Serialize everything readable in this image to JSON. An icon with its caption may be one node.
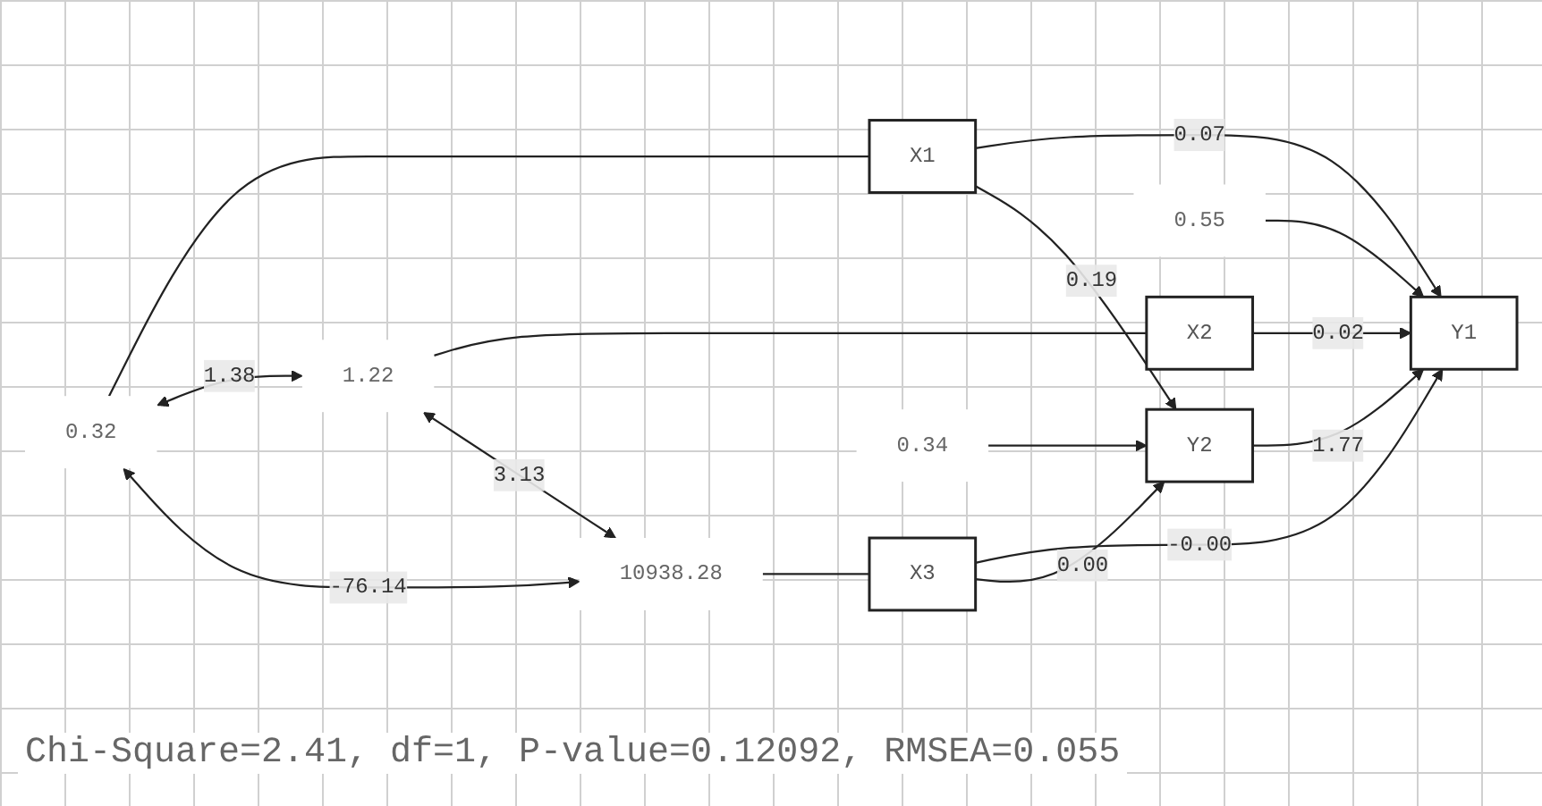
{
  "diagram": {
    "caption": "Chi-Square=2.41, df=1, P-value=0.12092, RMSEA=0.055",
    "nodes": [
      {
        "text": [
          "0.32"
        ]
      },
      {
        "text": [
          "X1"
        ]
      },
      {
        "text": [
          "1.22"
        ]
      },
      {
        "text": [
          "X2"
        ]
      },
      {
        "text": [
          "10938.28"
        ]
      },
      {
        "text": [
          "X3"
        ]
      },
      {
        "text": [
          "Y1"
        ]
      },
      {
        "text": [
          "0.55"
        ]
      },
      {
        "text": [
          "Y2"
        ]
      },
      {
        "text": [
          "0.34"
        ]
      }
    ],
    "edges": [
      {
        "from": 0,
        "to": 1,
        "arrow": "none"
      },
      {
        "from": 2,
        "to": 3,
        "arrow": "none"
      },
      {
        "from": 4,
        "to": 5,
        "arrow": "none"
      },
      {
        "from": 1,
        "to": 6,
        "arrow": "to",
        "label": "0.07"
      },
      {
        "from": 3,
        "to": 6,
        "arrow": "to",
        "label": "0.02"
      },
      {
        "from": 1,
        "to": 8,
        "arrow": "to",
        "label": "0.19"
      },
      {
        "from": 5,
        "to": 6,
        "arrow": "to",
        "label": "-0.00"
      },
      {
        "from": 5,
        "to": 8,
        "arrow": "to",
        "label": "0.00"
      },
      {
        "from": 8,
        "to": 6,
        "arrow": "to",
        "label": "1.77"
      },
      {
        "from": 7,
        "to": 6,
        "arrow": "to"
      },
      {
        "from": 9,
        "to": 8,
        "arrow": "to"
      },
      {
        "from": 0,
        "to": 2,
        "arrow": "both",
        "label": "1.38"
      },
      {
        "from": 0,
        "to": 4,
        "arrow": "both",
        "label": "-76.14"
      },
      {
        "from": 2,
        "to": 4,
        "arrow": "both",
        "label": "3.13"
      }
    ]
  }
}
